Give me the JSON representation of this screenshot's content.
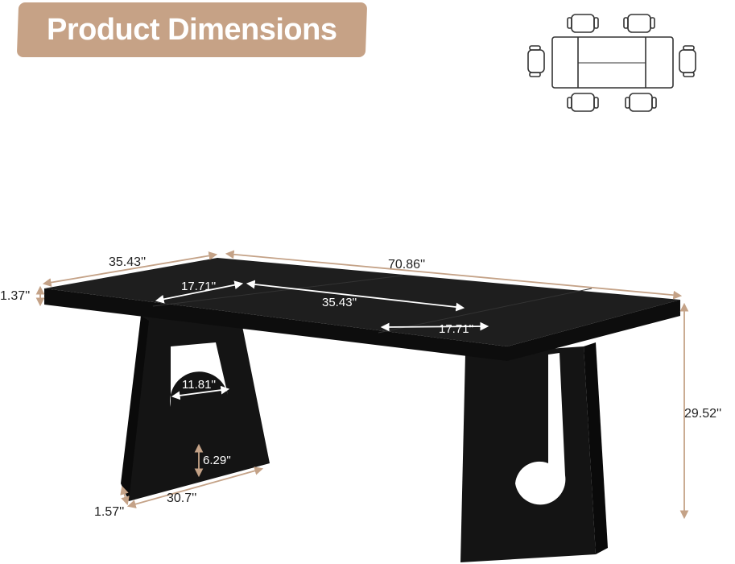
{
  "title": "Product Dimensions",
  "colors": {
    "accent": "#c6a286",
    "table": "#161616",
    "dimension_line": "#c4a287"
  },
  "layout_icon": "dining-table-six-chairs-top-view-icon",
  "dimensions": {
    "depth": "35.43''",
    "length": "70.86''",
    "top_thickness": "1.37''",
    "extension_left": "17.71''",
    "center_section": "35.43''",
    "extension_right": "17.71''",
    "height": "29.52''",
    "leg_opening_width": "11.81''",
    "leg_opening_height": "6.29''",
    "leg_base_width": "30.7''",
    "leg_thickness": "1.57''"
  }
}
